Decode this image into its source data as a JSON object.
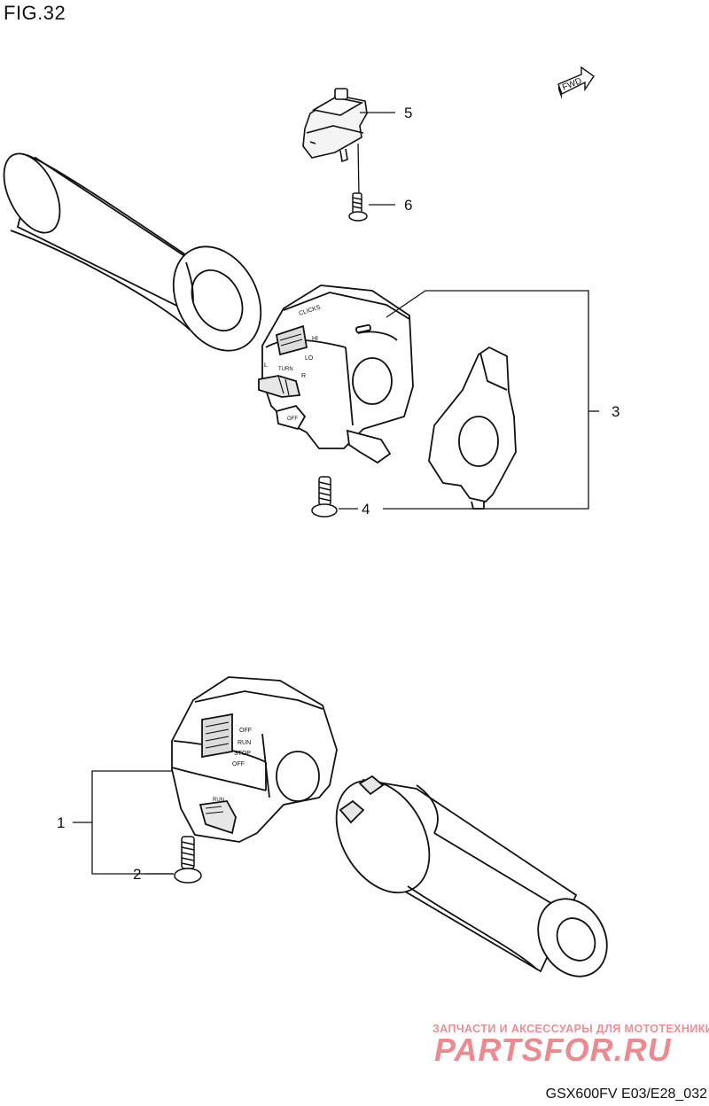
{
  "figure": {
    "title": "FIG.32",
    "code": "GSX600FV E03/E28_032",
    "direction_label": "FWD"
  },
  "callouts": [
    {
      "number": "1"
    },
    {
      "number": "2"
    },
    {
      "number": "3"
    },
    {
      "number": "4"
    },
    {
      "number": "5"
    },
    {
      "number": "6"
    }
  ],
  "switch_markings": {
    "upper": [
      "CLICKS",
      "HI",
      "LO",
      "L",
      "TURN",
      "R",
      "OFF"
    ],
    "lower": [
      "OFF",
      "RUN",
      "STOP",
      "OFF",
      "RUN"
    ]
  },
  "watermark": {
    "subtitle": "ЗАПЧАСТИ И АКСЕССУАРЫ ДЛЯ МОТОТЕХНИКИ",
    "logo": "PARTSFOR.RU"
  },
  "colors": {
    "line": "#111111",
    "shade": "#e6e6e6",
    "watermark": "#ec8a90"
  }
}
